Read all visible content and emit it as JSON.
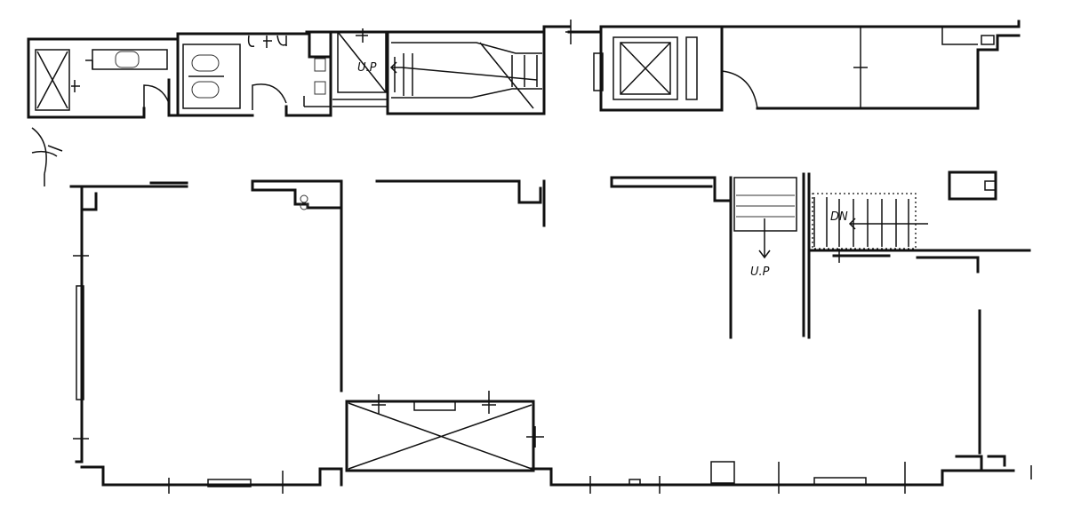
{
  "labels": {
    "up_top": "U.P",
    "up_stair": "U.P",
    "dn_stair": "DN"
  }
}
